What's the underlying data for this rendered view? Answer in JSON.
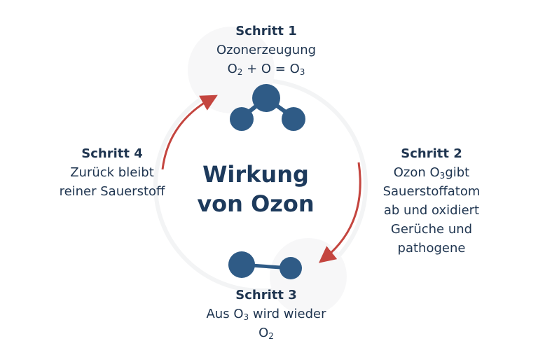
{
  "title": {
    "line1": "Wirkung",
    "line2": "von Ozon"
  },
  "step1": {
    "title": "Schritt 1",
    "line1": "Ozonerzeugung",
    "f_a": "O",
    "f_a_sub": "2",
    "f_b": " + O = O",
    "f_b_sub": "3"
  },
  "step2": {
    "title": "Schritt 2",
    "l1_a": "Ozon O",
    "l1_sub": "3",
    "l1_b": "gibt",
    "line2": "Sauerstoffatom",
    "line3": "ab und oxidiert",
    "line4": "Gerüche und",
    "line5": "pathogene"
  },
  "step3": {
    "title": "Schritt 3",
    "l1_a": "Aus O",
    "l1_sub": "3",
    "l1_b": " wird wieder",
    "l2_a": "O",
    "l2_sub": "2"
  },
  "step4": {
    "title": "Schritt 4",
    "line1": "Zurück bleibt",
    "line2": "reiner Sauerstoff"
  },
  "colors": {
    "text": "#1f3550",
    "molecule": "#2f5b86",
    "arrow": "#c4453f"
  }
}
